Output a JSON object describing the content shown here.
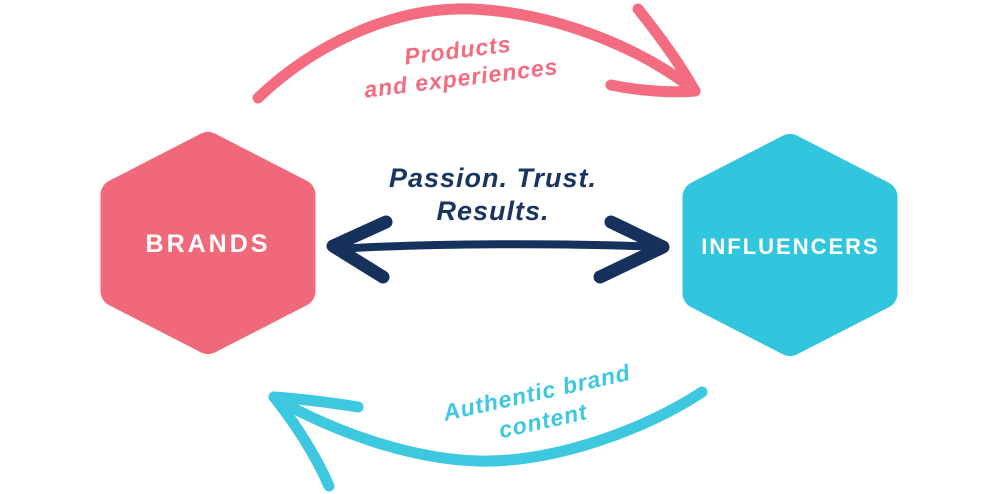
{
  "diagram": {
    "background": "#FFFFFF",
    "colors": {
      "brand_pink": "#F0697B",
      "arrow_pink": "#F46C80",
      "influencer_cyan": "#31C5DE",
      "arrow_cyan": "#3EC8E0",
      "navy": "#16325C",
      "node_label_white": "#FFFFFF"
    },
    "nodes": {
      "brands": {
        "label": "BRANDS",
        "shape": "hexagon"
      },
      "influencers": {
        "label": "INFLUENCERS",
        "shape": "hexagon"
      }
    },
    "center_message": {
      "line1": "Passion. Trust.",
      "line2": "Results."
    },
    "top_flow": {
      "line1": "Products",
      "line2": "and experiences",
      "direction": "left-to-right"
    },
    "bottom_flow": {
      "line1": "Authentic brand",
      "line2": "content",
      "direction": "right-to-left"
    }
  }
}
